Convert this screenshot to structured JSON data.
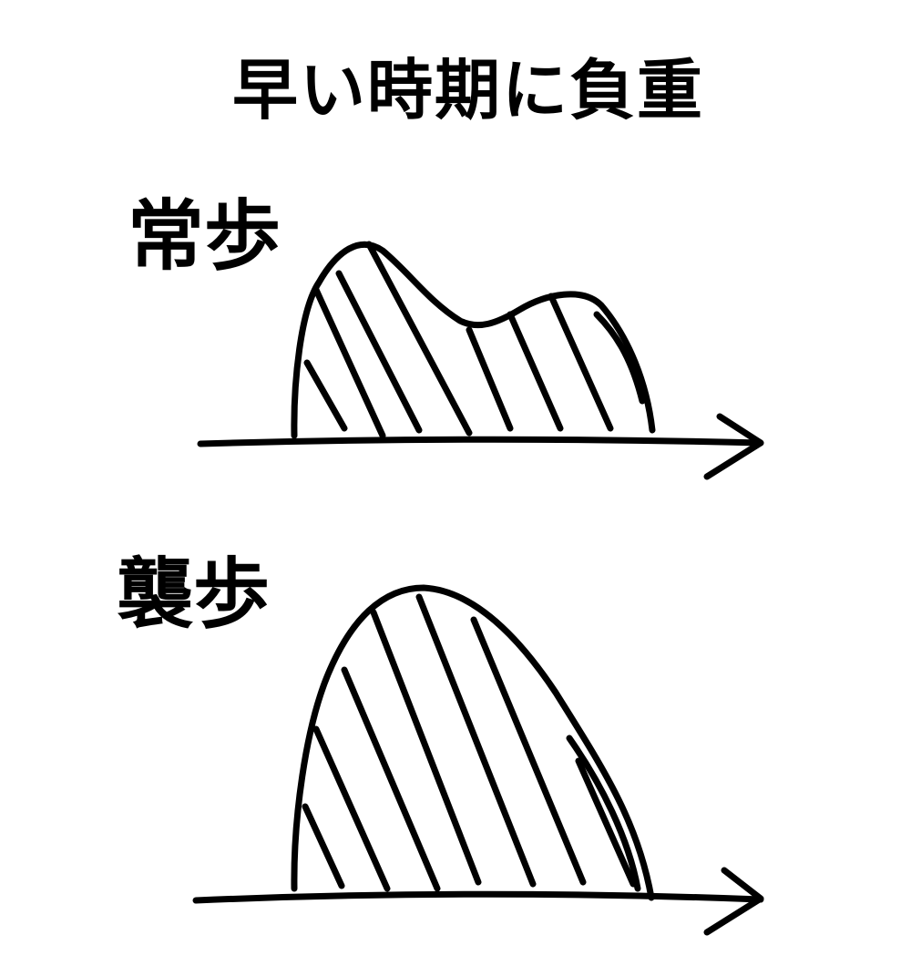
{
  "title": "早い時期に負重",
  "diagrams": [
    {
      "label": "常歩",
      "shape": "two-peak"
    },
    {
      "label": "襲歩",
      "shape": "single-peak"
    }
  ],
  "colors": {
    "ink": "#000000",
    "background": "#ffffff"
  }
}
